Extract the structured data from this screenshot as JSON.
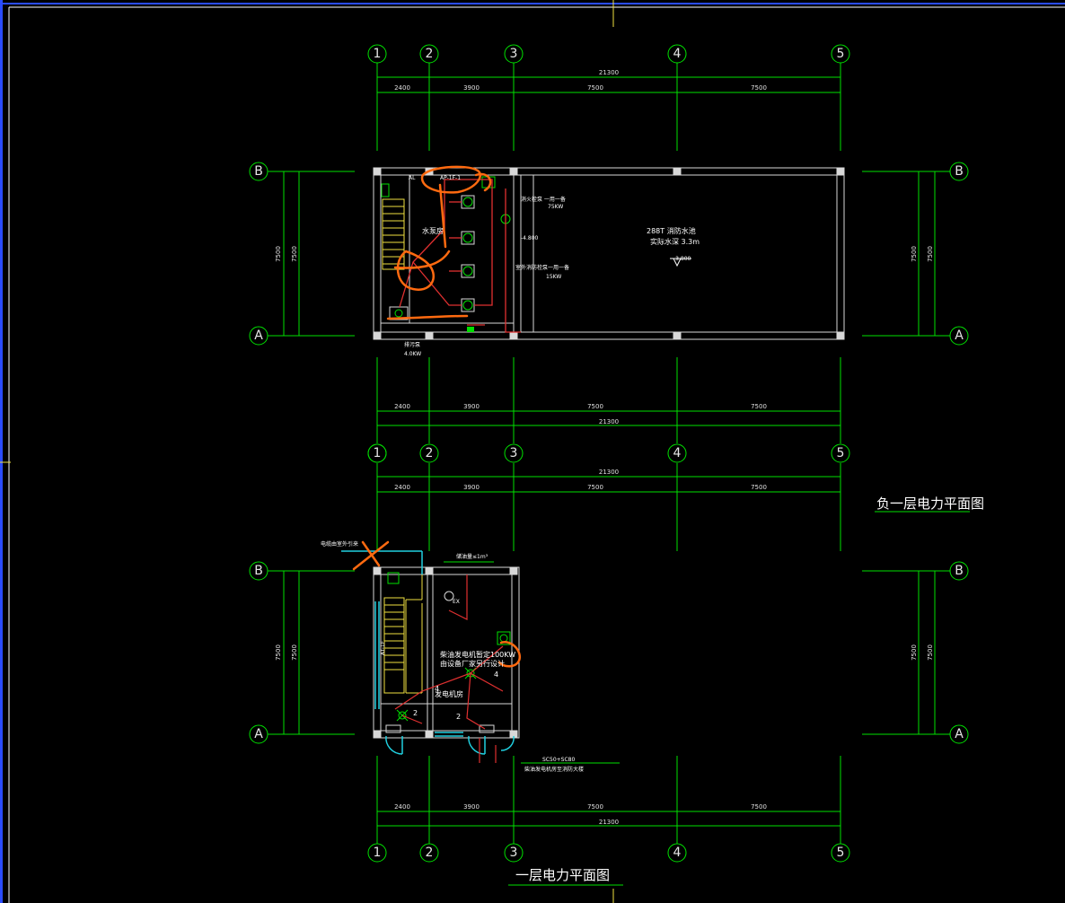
{
  "plan_b1": {
    "title": "负一层电力平面图",
    "axes_columns": [
      "1",
      "2",
      "3",
      "4",
      "5"
    ],
    "axes_rows": [
      "B",
      "A"
    ],
    "dims_top_total": "21300",
    "dims_top_segments": [
      "2400",
      "3900",
      "7500",
      "7500"
    ],
    "dims_bottom_total": "21300",
    "dims_bottom_segments": [
      "2400",
      "3900",
      "7500",
      "7500"
    ],
    "dims_side": "7500",
    "rooms": {
      "pump_room": "水泵房",
      "pool_line1": "288T  消防水池",
      "pool_line2": "实际水深  3.3m",
      "level_pool": "-3.800",
      "level_pump": "-4.800",
      "pump_label_1": "消火栓泵  一用一备",
      "pump_label_1_kw": "75KW",
      "pump_label_2": "室外消防栓泵一用一备",
      "pump_label_2_kw": "15KW",
      "sump_pump": "排污泵",
      "sump_pump_kw": "4.0KW",
      "panel_ap": "AP-1F-1",
      "panel_a": "AL"
    }
  },
  "plan_1f": {
    "title": "一层电力平面图",
    "axes_columns": [
      "1",
      "2",
      "3",
      "4",
      "5"
    ],
    "axes_rows": [
      "B",
      "A"
    ],
    "dims_top_total": "21300",
    "dims_top_segments": [
      "2400",
      "3900",
      "7500",
      "7500"
    ],
    "dims_bottom_total": "21300",
    "dims_bottom_segments": [
      "2400",
      "3900",
      "7500",
      "7500"
    ],
    "dims_side": "7500",
    "rooms": {
      "generator_room": "发电机房",
      "oil_note": "储油量≤1m³",
      "gen_note_1": "柴油发电机暂定100KW",
      "gen_note_2": "由设备厂家另行设计",
      "feeder_label": "SC50+SC80",
      "feeder_note": "柴油发电机房至消防大楼",
      "incoming_note": "电缆由室外引来",
      "panel_note": "AT-1F",
      "ex_label": "EX",
      "circuit_2a": "2",
      "circuit_2b": "2",
      "circuit_4a": "4",
      "circuit_4b": "4"
    }
  },
  "colors": {
    "background": "#000000",
    "grid_lines": "#00e000",
    "walls": "#d8d8d8",
    "axis_bubbles": "#00e000",
    "wiring_red": "#e03030",
    "markup_orange": "#ff6a10",
    "stairs_yellow": "#f0e040",
    "doors_cyan": "#20d0e0",
    "screen_blue": "#2a4cff"
  }
}
